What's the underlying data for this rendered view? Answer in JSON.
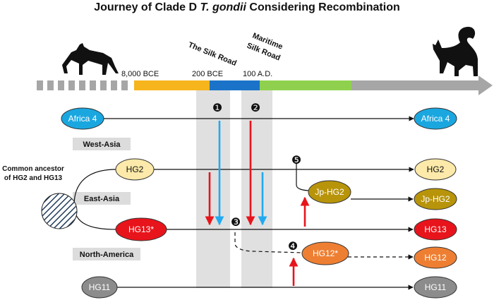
{
  "title": {
    "prefix": "Journey of Clade D ",
    "species": "T. gondii",
    "suffix": " Considering Recombination"
  },
  "timeline": {
    "labels": [
      "8,000 BCE",
      "200 BCE",
      "100 A.D."
    ],
    "routes": {
      "silk_road": "The Silk Road",
      "maritime_line1": "Maritime",
      "maritime_line2": "Silk Road"
    },
    "segment_colors": [
      "#f6b51c",
      "#1a73c8",
      "#8fd14f",
      "#a6a6a6"
    ]
  },
  "regions": [
    "West-Asia",
    "East-Asia",
    "North-America"
  ],
  "ancestor": {
    "line1": "Common ancestor",
    "line2": "of HG2 and HG13"
  },
  "nodes": {
    "africa4_left": {
      "label": "Africa 4",
      "color": "#1aa7e0",
      "text_color": "#ffffff"
    },
    "africa4_right": {
      "label": "Africa 4",
      "color": "#1aa7e0",
      "text_color": "#ffffff"
    },
    "hg2_left": {
      "label": "HG2",
      "color": "#fde9a9",
      "text_color": "#111111"
    },
    "hg2_right": {
      "label": "HG2",
      "color": "#fde9a9",
      "text_color": "#111111"
    },
    "hg13_left": {
      "label": "HG13*",
      "color": "#e8141b",
      "text_color": "#ffffff"
    },
    "hg13_right": {
      "label": "HG13",
      "color": "#e8141b",
      "text_color": "#ffffff"
    },
    "jp_hg2_mid": {
      "label": "Jp-HG2",
      "color": "#b8940a",
      "text_color": "#ffffff"
    },
    "jp_hg2_right": {
      "label": "Jp-HG2",
      "color": "#b8940a",
      "text_color": "#ffffff"
    },
    "hg12_mid": {
      "label": "HG12*",
      "color": "#ee7f32",
      "text_color": "#ffffff"
    },
    "hg12_right": {
      "label": "HG12",
      "color": "#ee7f32",
      "text_color": "#ffffff"
    },
    "hg11_left": {
      "label": "HG11",
      "color": "#8c8c8c",
      "text_color": "#ffffff"
    },
    "hg11_right": {
      "label": "HG11",
      "color": "#8c8c8c",
      "text_color": "#ffffff"
    }
  },
  "event_markers": [
    "❶",
    "❷",
    "❸",
    "❹",
    "❺"
  ],
  "arrow_colors": {
    "red": "#e8141b",
    "blue": "#22aaf0"
  }
}
